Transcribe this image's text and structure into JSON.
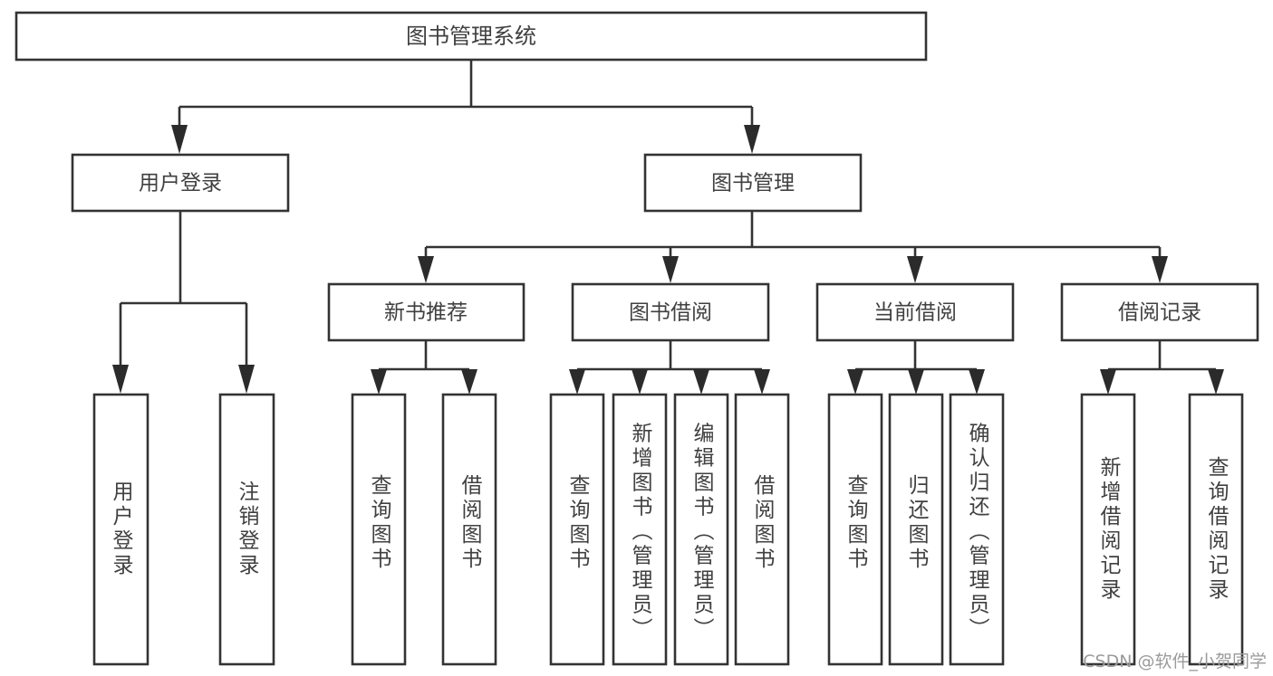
{
  "diagram": {
    "title": "图书管理系统",
    "type": "tree-hierarchy",
    "colors": {
      "stroke": "#333333",
      "box_fill": "#ffffff",
      "text": "#404040",
      "background": "#ffffff",
      "watermark": "#9b9b9b"
    },
    "root": {
      "label": "图书管理系统"
    },
    "level2": [
      {
        "label": "用户登录"
      },
      {
        "label": "图书管理"
      }
    ],
    "level3": [
      {
        "label": "新书推荐"
      },
      {
        "label": "图书借阅"
      },
      {
        "label": "当前借阅"
      },
      {
        "label": "借阅记录"
      }
    ],
    "leaves": {
      "user_login": [
        {
          "label": "用户登录"
        },
        {
          "label": "注销登录"
        }
      ],
      "new_book_recommend": [
        {
          "label": "查询图书"
        },
        {
          "label": "借阅图书"
        }
      ],
      "book_borrow": [
        {
          "label": "查询图书"
        },
        {
          "label": "新增图书（管理员）"
        },
        {
          "label": "编辑图书（管理员）"
        },
        {
          "label": "借阅图书"
        }
      ],
      "current_borrow": [
        {
          "label": "查询图书"
        },
        {
          "label": "归还图书"
        },
        {
          "label": "确认归还（管理员）"
        }
      ],
      "borrow_record": [
        {
          "label": "新增借阅记录"
        },
        {
          "label": "查询借阅记录"
        }
      ]
    },
    "watermark": "CSDN @软件_小贺同学"
  }
}
